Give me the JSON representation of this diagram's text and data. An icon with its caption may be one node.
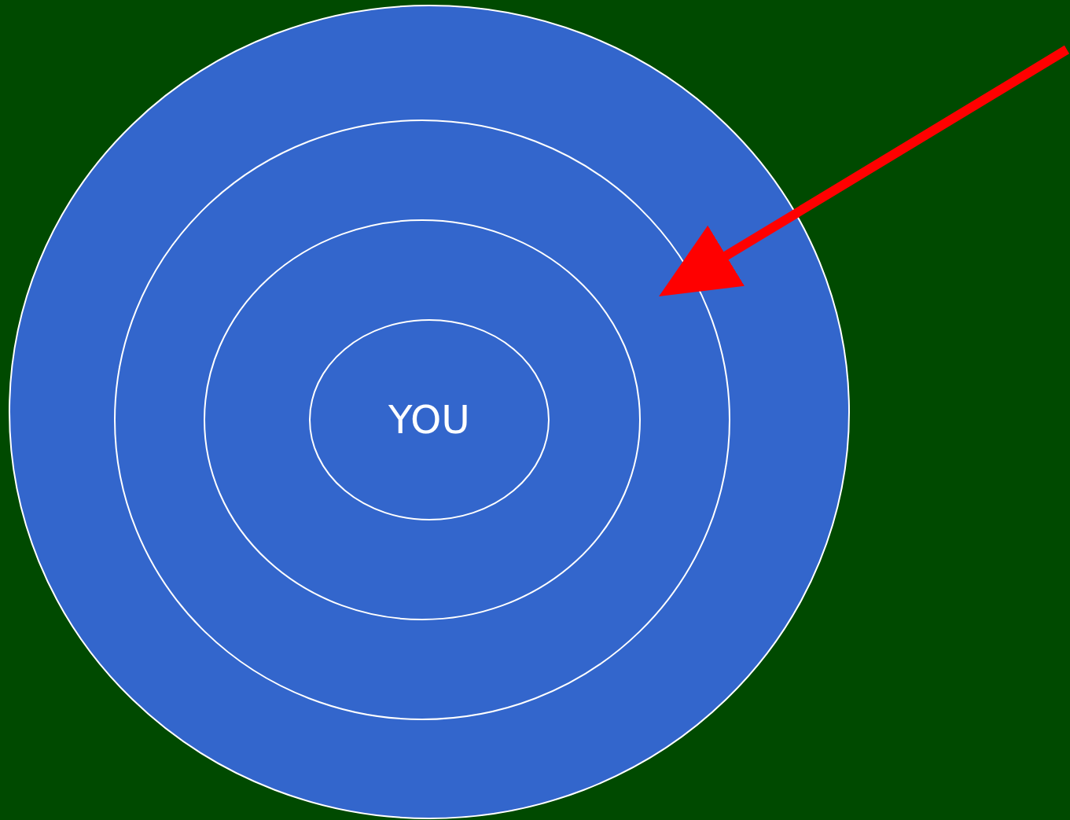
{
  "diagram": {
    "nodes": [
      {
        "text": [],
        "shape": "circle"
      },
      {
        "text": [],
        "shape": "circle",
        "in": 0
      },
      {
        "text": [],
        "shape": "circle",
        "in": 1
      },
      {
        "text": [
          "YOU"
        ],
        "in": 2
      }
    ],
    "edges": [
      {
        "from": null,
        "to": 1,
        "arrow": "to",
        "color": "#ff0000"
      }
    ]
  }
}
